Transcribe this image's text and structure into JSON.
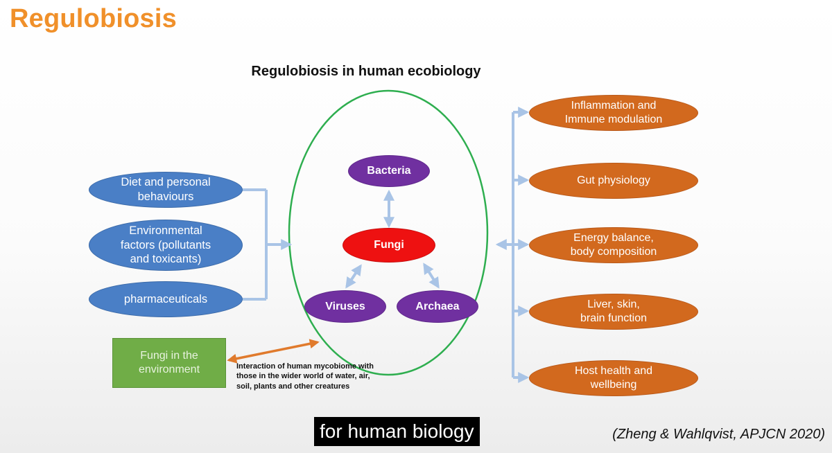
{
  "slide": {
    "title": "Regulobiosis",
    "diagram_title": "Regulobiosis in human ecobiology",
    "caption": "for human biology",
    "citation": "(Zheng & Wahlqvist, APJCN 2020)"
  },
  "inputs": {
    "diet": "Diet and personal behaviours",
    "environment": "Environmental factors (pollutants and toxicants)",
    "pharma": "pharmaceuticals"
  },
  "microbiome": {
    "bacteria": "Bacteria",
    "fungi": "Fungi",
    "viruses": "Viruses",
    "archaea": "Archaea"
  },
  "environment_box": "Fungi in the environment",
  "interaction_note": "Interaction of human mycobiome with those in the wider world of water, air, soil, plants and other creatures",
  "outcomes": {
    "inflammation": "Inflammation and Immune modulation",
    "gut": "Gut physiology",
    "energy": "Energy balance, body composition",
    "organ": "Liver, skin, brain function",
    "health": "Host health and wellbeing"
  },
  "colors": {
    "title": "#f0902a",
    "input_ellipse": "#4a7fc6",
    "outcome_ellipse": "#d2691e",
    "microbe_ellipse": "#7030a0",
    "fungi_ellipse": "#ee1111",
    "environment_box": "#70ad47",
    "boundary": "#2eae4f",
    "connector": "#a9c4e6",
    "interaction_arrow": "#e07a2c"
  }
}
